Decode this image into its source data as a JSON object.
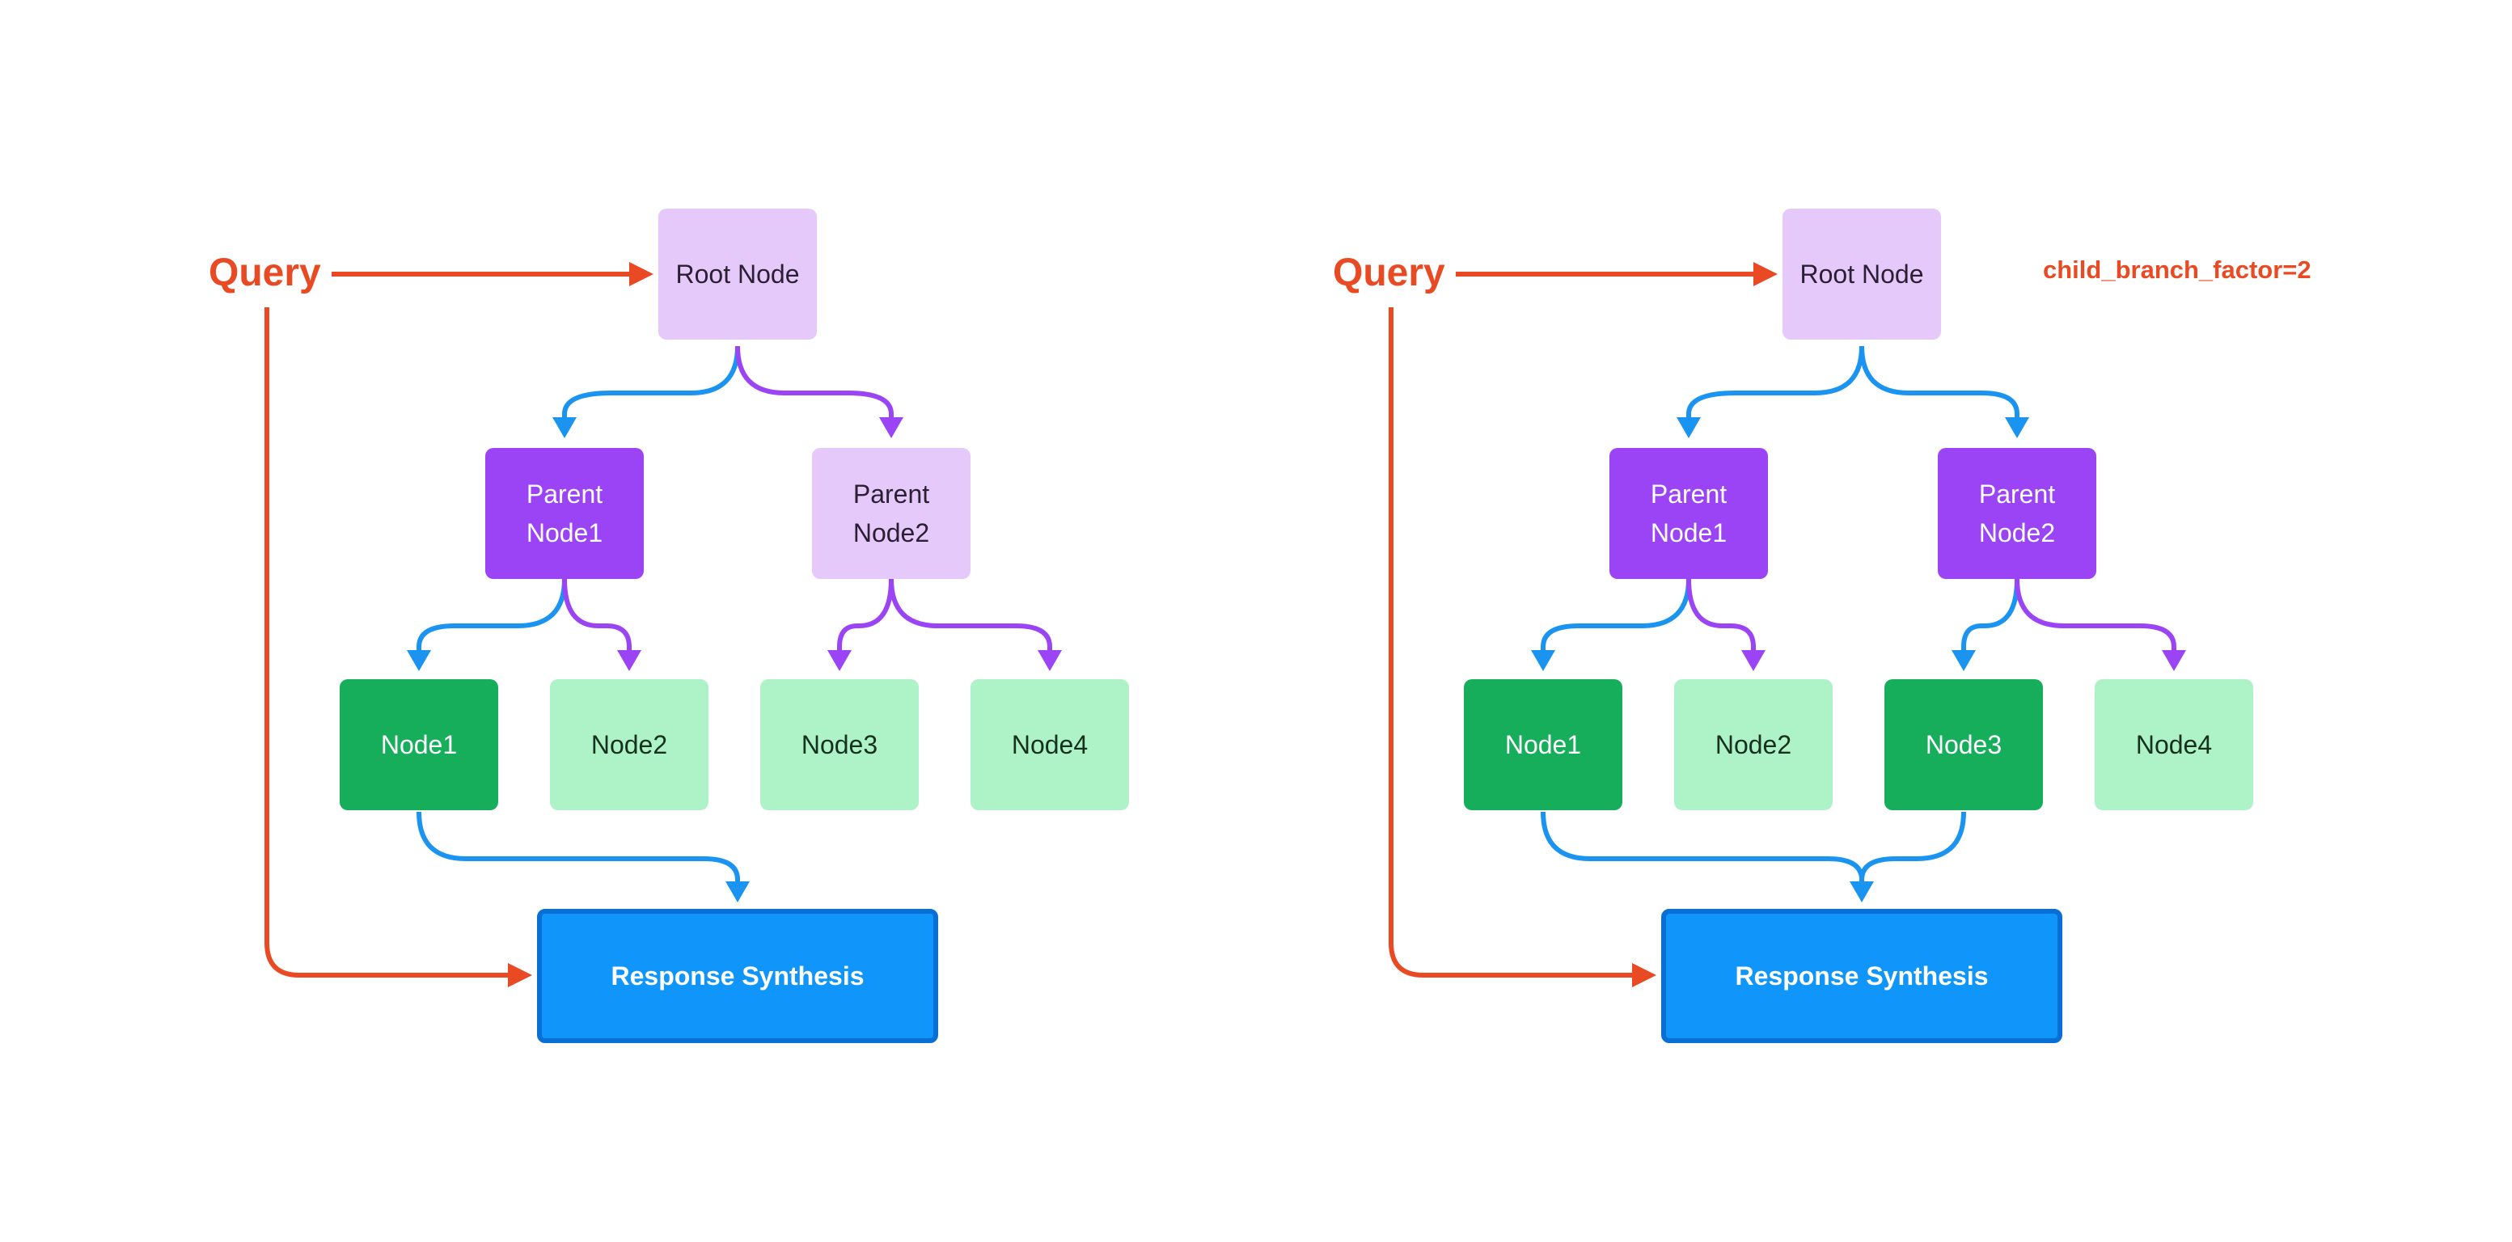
{
  "colors": {
    "query": "#ea4a23",
    "edge_blue": "#1a94f0",
    "edge_purple": "#9b44f6",
    "node_light_purple": "#e5c9fb",
    "node_purple": "#9b44f6",
    "node_green": "#16ae5a",
    "node_light_green": "#aef2c8",
    "synthesis": "#1096fb"
  },
  "left": {
    "query_label": "Query",
    "root": "Root Node",
    "parent1": "Parent\nNode1",
    "parent2": "Parent\nNode2",
    "node1": "Node1",
    "node2": "Node2",
    "node3": "Node3",
    "node4": "Node4",
    "synthesis": "Response Synthesis"
  },
  "right": {
    "query_label": "Query",
    "root": "Root Node",
    "parent1": "Parent\nNode1",
    "parent2": "Parent\nNode2",
    "node1": "Node1",
    "node2": "Node2",
    "node3": "Node3",
    "node4": "Node4",
    "synthesis": "Response Synthesis",
    "annotation": "child_branch_factor=2"
  }
}
